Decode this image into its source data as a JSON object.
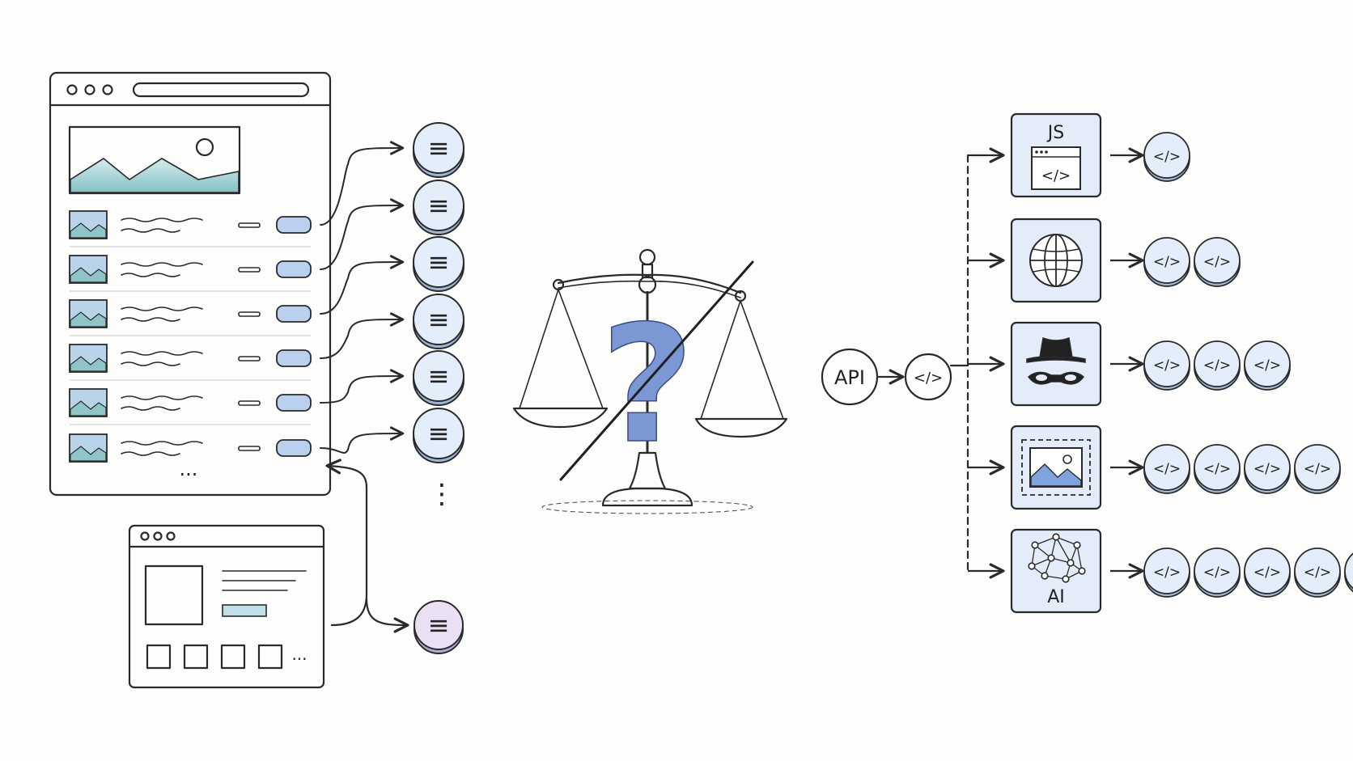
{
  "colors": {
    "ink": "#2a2a2a",
    "paper": "#ffffff",
    "blue_fill": "#dbe7f6",
    "blue_mid": "#9fbde6",
    "blue_deep": "#6d8fcf",
    "teal": "#a9d4d6",
    "lavender": "#e9e0f3"
  },
  "left": {
    "ellipsis_rows": "...",
    "ellipsis_tokens": "⋮",
    "ellipsis_thumbs": "..."
  },
  "right": {
    "api_label": "API",
    "code_glyph": "</>",
    "list_glyph": "≡",
    "sources": [
      {
        "key": "js",
        "label": "JS",
        "icon": "js-browser-icon",
        "outputs": 1
      },
      {
        "key": "web",
        "label": "",
        "icon": "globe-icon",
        "outputs": 2
      },
      {
        "key": "stealth",
        "label": "",
        "icon": "spy-incognito-icon",
        "outputs": 3
      },
      {
        "key": "image",
        "label": "",
        "icon": "image-frame-icon",
        "outputs": 4
      },
      {
        "key": "ai",
        "label": "AI",
        "icon": "neural-network-icon",
        "outputs": 5
      }
    ]
  },
  "center": {
    "question_mark": "?",
    "icon": "balance-scale-icon"
  }
}
